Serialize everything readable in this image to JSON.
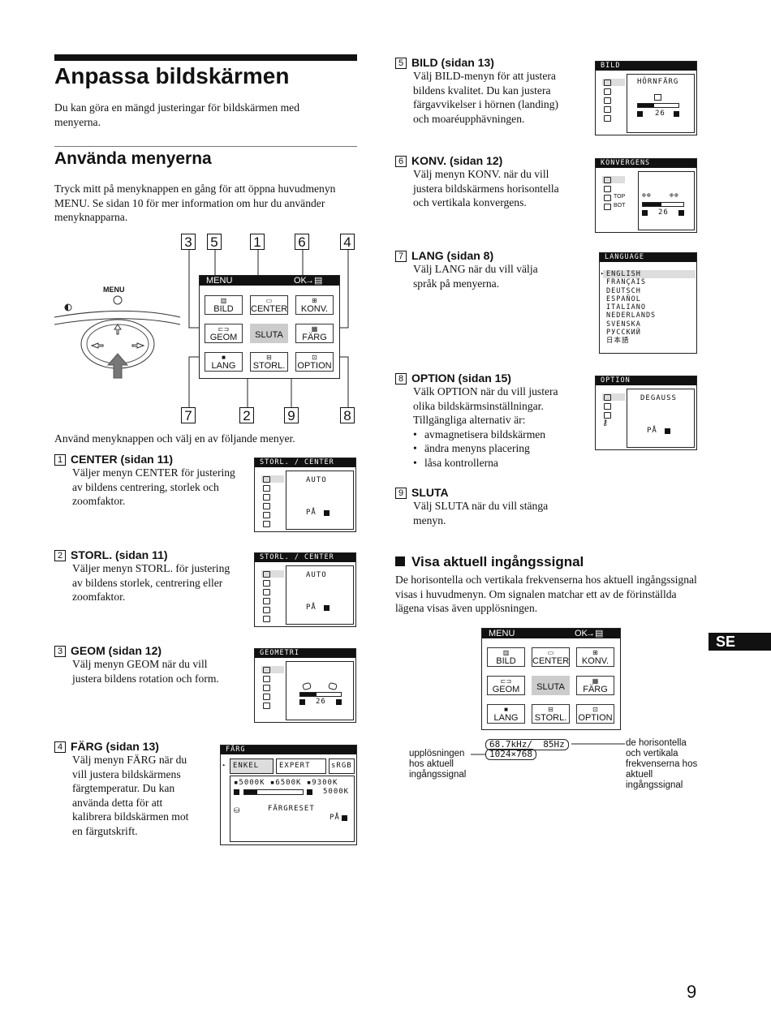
{
  "left": {
    "title": "Anpassa bildskärmen",
    "intro": "Du kan göra en mängd justeringar för bildskärmen med menyerna.",
    "subtitle": "Använda menyerna",
    "subintro": "Tryck mitt på menyknappen en gång för att öppna huvudmenyn MENU. Se sidan 10 för mer information om hur du använder menyknapparna.",
    "caption": "Använd menyknappen och välj en av följande menyer."
  },
  "diagram": {
    "button_label": "MENU",
    "callouts_top": [
      "3",
      "5",
      "1",
      "6",
      "4"
    ],
    "callouts_bottom": [
      "7",
      "2",
      "9",
      "8"
    ],
    "menu_title": "MENU",
    "menu_ok": "OK",
    "menu_items": [
      "BILD",
      "CENTER",
      "KONV.",
      "GEOM",
      "SLUTA",
      "FÄRG",
      "LANG",
      "STORL.",
      "OPTION"
    ]
  },
  "sections": [
    {
      "num": "1",
      "title": "CENTER (sidan 11)",
      "text": "Väljer menyn CENTER för justering av bildens centrering, storlek och zoomfaktor."
    },
    {
      "num": "2",
      "title": "STORL. (sidan 11)",
      "text": "Väljer menyn STORL. för justering av bildens storlek, centrering eller zoomfaktor."
    },
    {
      "num": "3",
      "title": "GEOM (sidan 12)",
      "text": "Välj menyn GEOM när du vill justera bildens rotation och form."
    },
    {
      "num": "4",
      "title": "FÄRG (sidan 13)",
      "text": "Välj menyn FÄRG när du vill justera bildskärmens färgtemperatur. Du kan använda detta för att kalibrera bildskärmen mot en färgutskrift."
    },
    {
      "num": "5",
      "title": "BILD (sidan 13)",
      "text": "Välj BILD-menyn för att justera bildens kvalitet. Du kan justera färgavvikelser i hörnen (landing) och moaréupphävningen."
    },
    {
      "num": "6",
      "title": "KONV. (sidan 12)",
      "text": "Välj menyn KONV. när du vill justera bildskärmens horisontella och vertikala konvergens."
    },
    {
      "num": "7",
      "title": "LANG (sidan 8)",
      "text": "Välj LANG när du vill välja språk på menyerna."
    },
    {
      "num": "8",
      "title": "OPTION (sidan 15)",
      "text": "Välk OPTION när du vill justera olika bildskärmsinställningar. Tillgängliga alternativ är:",
      "bullets": [
        "avmagnetisera bildskärmen",
        "ändra menyns placering",
        "låsa kontrollerna"
      ]
    },
    {
      "num": "9",
      "title": "SLUTA",
      "text": "Välj SLUTA när du vill stänga menyn."
    }
  ],
  "osd": {
    "center": {
      "bar": "STORL. / CENTER",
      "line1": "AUTO",
      "line2": "PÅ"
    },
    "storl": {
      "bar": "STORL. / CENTER",
      "line1": "AUTO",
      "line2": "PÅ"
    },
    "geom": {
      "bar": "GEOMETRI",
      "value": "26"
    },
    "farg": {
      "bar": "FÄRG",
      "tabs": [
        "ENKEL",
        "EXPERT",
        "sRGB"
      ],
      "temps": "▪5000K ▪6500K ▪9300K",
      "temp_value": "5000K",
      "reset": "FÄRGRESET",
      "reset_value": "PÅ"
    },
    "bild": {
      "bar": "BILD",
      "label": "HÖRNFÄRG",
      "value": "26"
    },
    "konv": {
      "bar": "KONVERGENS",
      "top": "TOP",
      "bot": "BOT",
      "value": "26"
    },
    "lang": {
      "bar": "LANGUAGE",
      "items": [
        "ENGLISH",
        "FRANÇAIS",
        "DEUTSCH",
        "ESPAÑOL",
        "ITALIANO",
        "NEDERLANDS",
        "SVENSKA",
        "РУССКИЙ",
        "日本語"
      ]
    },
    "option": {
      "bar": "OPTION",
      "label": "DEGAUSS",
      "value": "PÅ"
    }
  },
  "signal": {
    "title": "Visa aktuell ingångssignal",
    "text": "De horisontella och vertikala frekvenserna hos aktuell ingångssignal visas i huvudmenyn. Om signalen matchar ett av de förinställda lägena visas även upplösningen.",
    "freq": "68.7kHz/  85Hz",
    "res": "1024×768",
    "label_left": "upplösningen hos aktuell ingångssignal",
    "label_right": "de horisontella och vertikala frekvenserna hos aktuell ingångssignal"
  },
  "side_tab": "SE",
  "page_number": "9"
}
